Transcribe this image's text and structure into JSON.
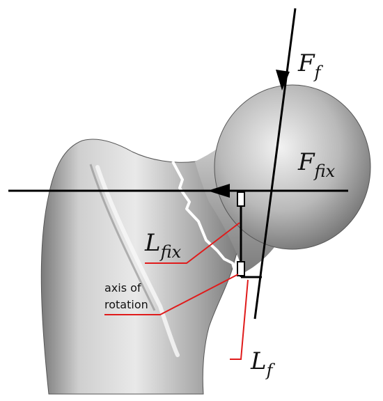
{
  "labels": {
    "F_f": {
      "main": "F",
      "sub": "f"
    },
    "F_fix": {
      "main": "F",
      "sub": "fix"
    },
    "L_fix": {
      "main": "L",
      "sub": "fix"
    },
    "L_f": {
      "main": "L",
      "sub": "f"
    },
    "axis_line1": "axis of",
    "axis_line2": "rotation"
  },
  "colors": {
    "bone_light": "#ededed",
    "bone_mid": "#b5b5b5",
    "bone_dark": "#5e5e5e",
    "force_line": "#000000",
    "leader": "#e01b1b",
    "fracture": "#ffffff"
  }
}
